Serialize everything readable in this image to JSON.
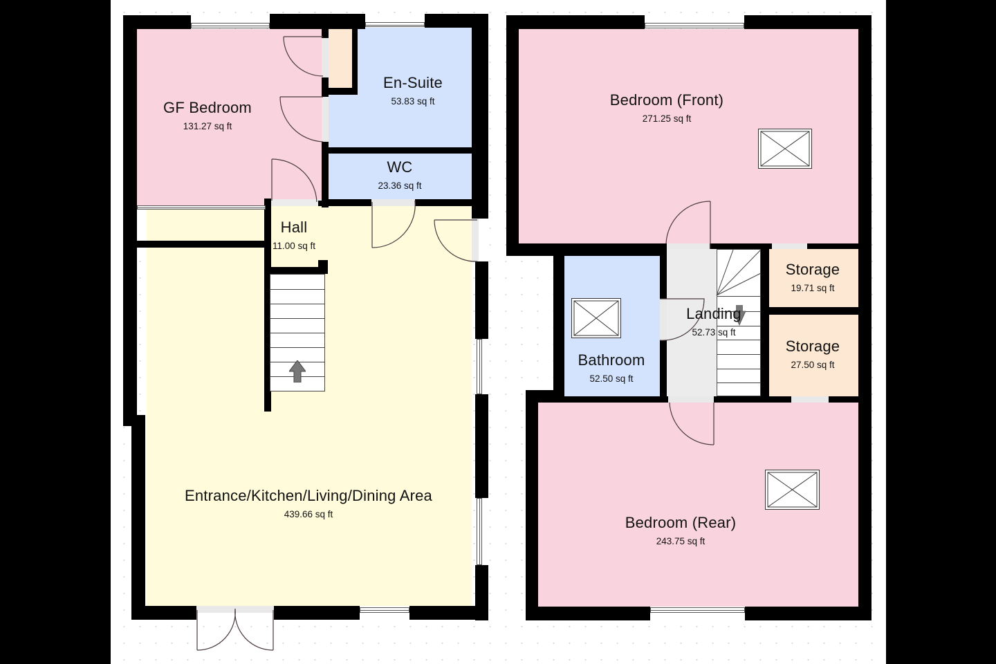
{
  "floorplan": {
    "ground_floor": {
      "rooms": [
        {
          "name": "GF Bedroom",
          "area": "131.27 sq ft",
          "color": "#f9d3de"
        },
        {
          "name": "En-Suite",
          "area": "53.83 sq ft",
          "color": "#d3e3fd"
        },
        {
          "name": "WC",
          "area": "23.36 sq ft",
          "color": "#d3e3fd"
        },
        {
          "name": "Hall",
          "area": "11.00 sq ft",
          "color": "#ececec"
        },
        {
          "name": "Entrance/Kitchen/Living/Dining Area",
          "area": "439.66 sq ft",
          "color": "#fffbdb"
        }
      ],
      "cupboard_color": "#fde9d3"
    },
    "first_floor": {
      "rooms": [
        {
          "name": "Bedroom (Front)",
          "area": "271.25 sq ft",
          "color": "#f9d3de"
        },
        {
          "name": "Storage",
          "area": "19.71 sq ft",
          "color": "#fde9d3"
        },
        {
          "name": "Landing",
          "area": "52.73 sq ft",
          "color": "#ececec"
        },
        {
          "name": "Storage",
          "area": "27.50 sq ft",
          "color": "#fde9d3"
        },
        {
          "name": "Bathroom",
          "area": "52.50 sq ft",
          "color": "#d3e3fd"
        },
        {
          "name": "Bedroom (Rear)",
          "area": "243.75 sq ft",
          "color": "#f9d3de"
        }
      ]
    },
    "colors": {
      "wall": "#000000",
      "background": "#ffffff",
      "letterbox": "#000000",
      "door_line": "#4a3a40",
      "stair_arrow": "#777777"
    }
  }
}
